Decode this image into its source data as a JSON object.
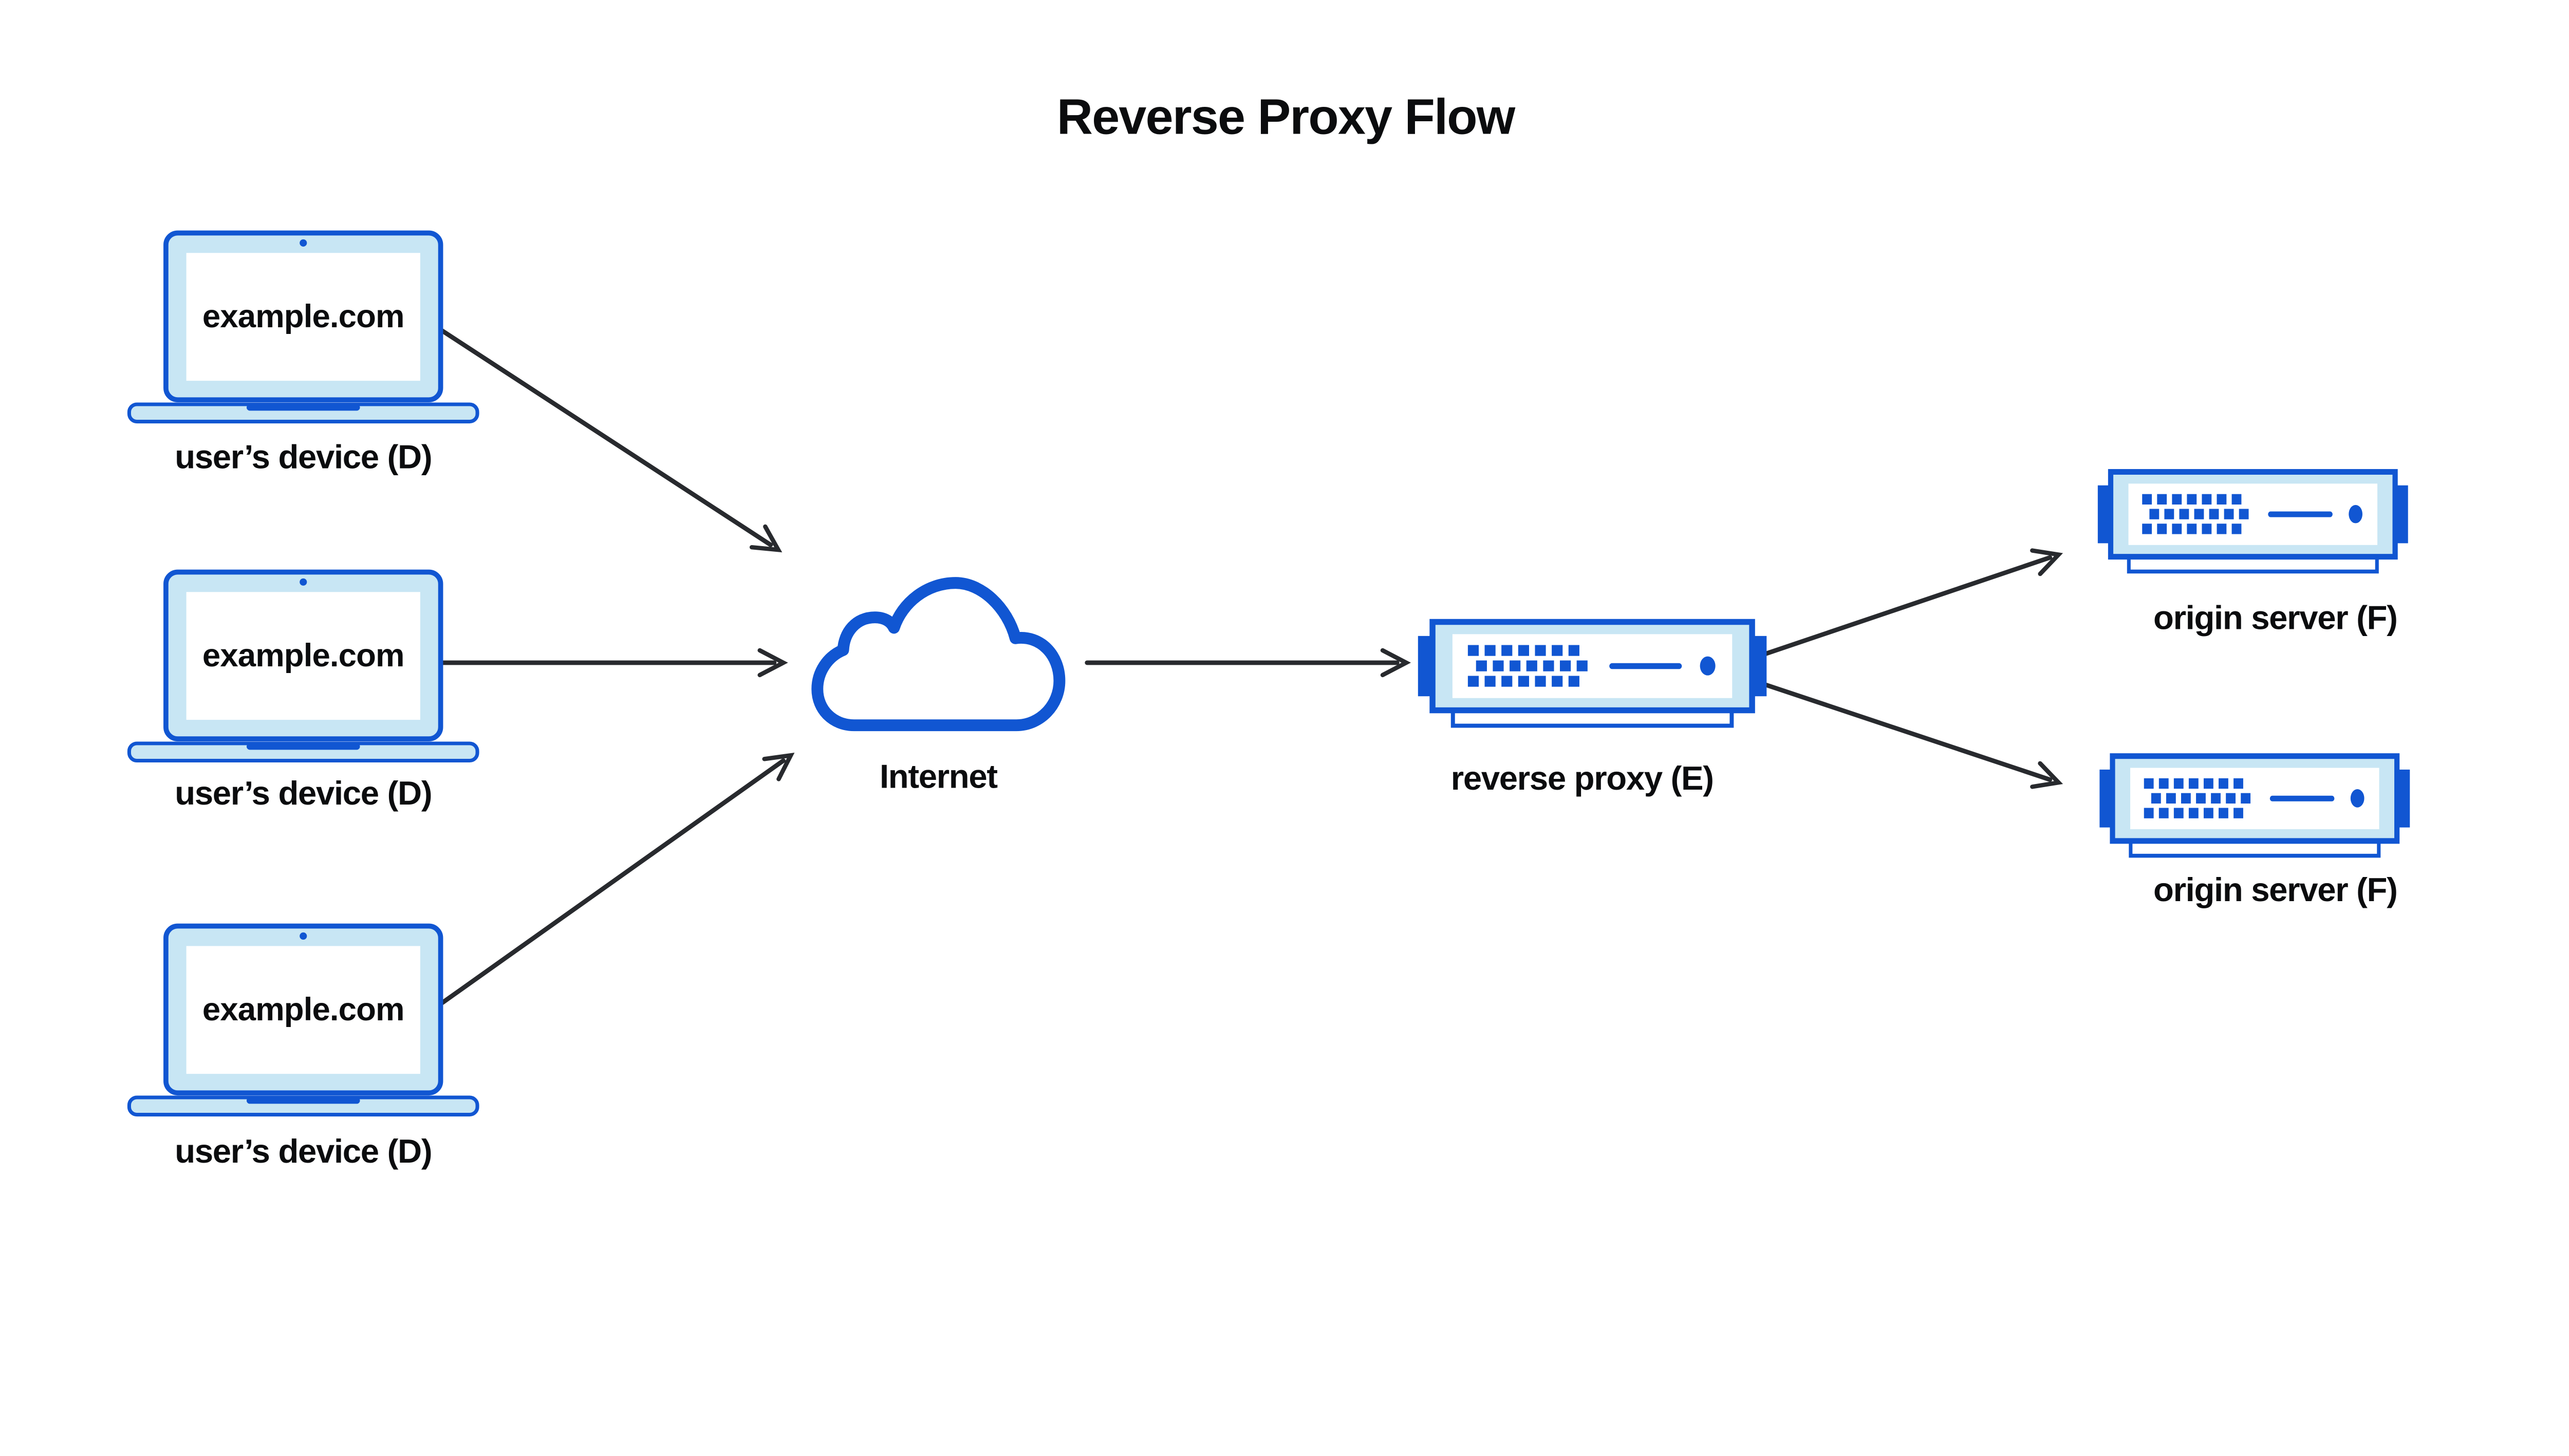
{
  "diagram": {
    "title": "Reverse Proxy Flow",
    "nodes": {
      "device1": {
        "screen_text": "example.com",
        "label": "user’s device (D)"
      },
      "device2": {
        "screen_text": "example.com",
        "label": "user’s device (D)"
      },
      "device3": {
        "screen_text": "example.com",
        "label": "user’s device (D)"
      },
      "internet": {
        "label": "Internet"
      },
      "reverse_proxy": {
        "label": "reverse proxy (E)"
      },
      "origin_server_1": {
        "label": "origin server (F)"
      },
      "origin_server_2": {
        "label": "origin server (F)"
      }
    },
    "edges": [
      {
        "from": "device1",
        "to": "internet"
      },
      {
        "from": "device2",
        "to": "internet"
      },
      {
        "from": "device3",
        "to": "internet"
      },
      {
        "from": "internet",
        "to": "reverse_proxy"
      },
      {
        "from": "reverse_proxy",
        "to": "origin_server_1"
      },
      {
        "from": "reverse_proxy",
        "to": "origin_server_2"
      }
    ],
    "colors": {
      "blue": "#1156d2",
      "light_blue": "#c8e6f4",
      "arrow": "#282a2e",
      "text": "#0b0c0e"
    }
  }
}
